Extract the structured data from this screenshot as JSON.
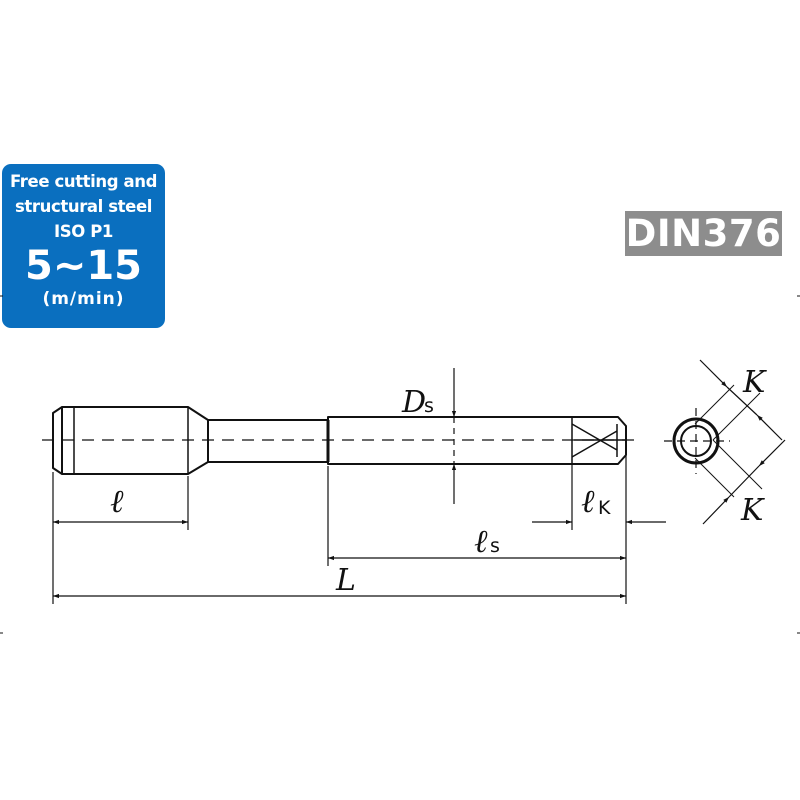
{
  "badge": {
    "line1": "Free cutting and",
    "line2": "structural steel",
    "line3": "ISO P1",
    "speed": "5~15",
    "unit": "(m/min)",
    "color": "#0a6fbf"
  },
  "standard": {
    "label": "DIN376",
    "color": "#8d8d8d"
  },
  "dimensions": {
    "thread_length": "ℓ",
    "shank_diameter": "D",
    "shank_diameter_sub": "s",
    "shank_length": "ℓ",
    "shank_length_sub": "s",
    "square_length": "ℓ",
    "square_length_sub": "K",
    "overall_length": "L",
    "square_size_top": "K",
    "square_size_bottom": "K"
  }
}
